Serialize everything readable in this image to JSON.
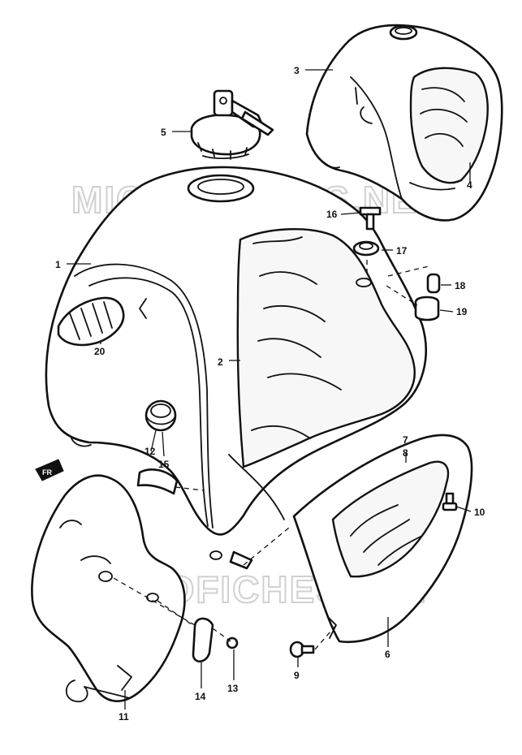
{
  "watermark": "MICROFICHES.NET",
  "front_marker": "FR",
  "callouts": [
    {
      "id": "p1",
      "label": "1"
    },
    {
      "id": "p2",
      "label": "2"
    },
    {
      "id": "p3",
      "label": "3"
    },
    {
      "id": "p4",
      "label": "4"
    },
    {
      "id": "p5",
      "label": "5"
    },
    {
      "id": "p6",
      "label": "6"
    },
    {
      "id": "p7",
      "label": "7"
    },
    {
      "id": "p8",
      "label": "8"
    },
    {
      "id": "p9",
      "label": "9"
    },
    {
      "id": "p10",
      "label": "10"
    },
    {
      "id": "p11",
      "label": "11"
    },
    {
      "id": "p12",
      "label": "12"
    },
    {
      "id": "p13",
      "label": "13"
    },
    {
      "id": "p14",
      "label": "14"
    },
    {
      "id": "p15",
      "label": "15"
    },
    {
      "id": "p16",
      "label": "16"
    },
    {
      "id": "p17",
      "label": "17"
    },
    {
      "id": "p18",
      "label": "18"
    },
    {
      "id": "p19",
      "label": "19"
    },
    {
      "id": "p20",
      "label": "20"
    }
  ]
}
